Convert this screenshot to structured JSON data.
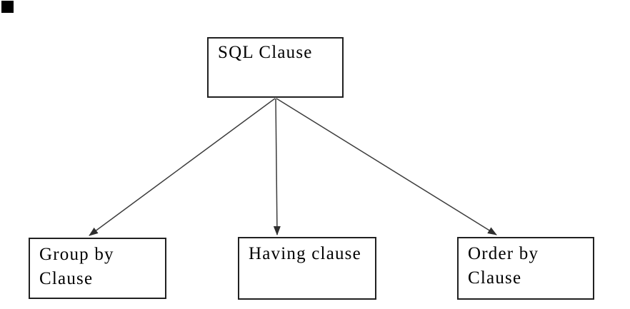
{
  "diagram": {
    "nodes": {
      "root": {
        "id": "sql-clause",
        "label": "SQL Clause"
      },
      "children": [
        {
          "id": "group-by-clause",
          "label": "Group by\nClause"
        },
        {
          "id": "having-clause",
          "label": "Having clause"
        },
        {
          "id": "order-by-clause",
          "label": "Order by\nClause"
        }
      ]
    },
    "colors": {
      "background": "#ffffff",
      "node_border": "#212121",
      "arrow": "#3c3c3c",
      "text": "#000000"
    }
  }
}
